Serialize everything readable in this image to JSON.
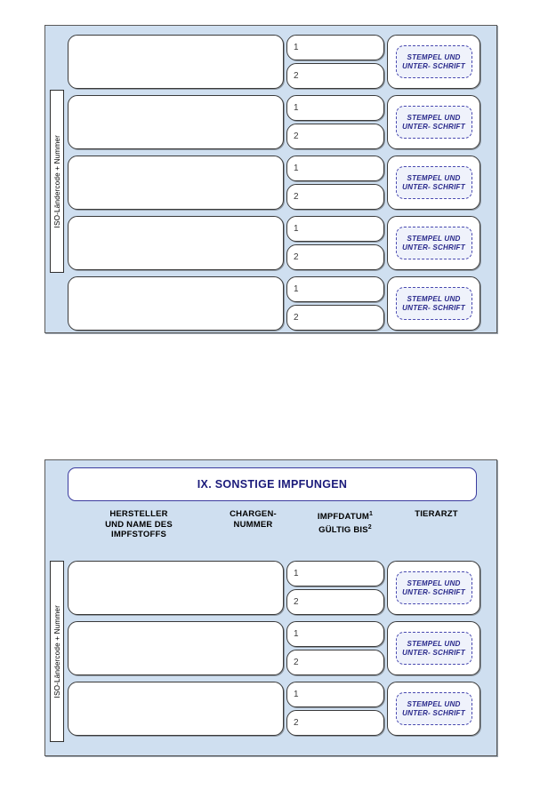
{
  "document": {
    "type": "eu-pet-passport-vaccination-page",
    "language": "de"
  },
  "panels": [
    {
      "id": "top-panel",
      "iso_label": "ISO-Ländercode + Nummer",
      "has_title": false,
      "has_headers": false,
      "rows": [
        {
          "maker": "",
          "batch": "",
          "date_1": "1",
          "date_2": "2",
          "stamp": "STEMPEL UND UNTER- SCHRIFT"
        },
        {
          "maker": "",
          "batch": "",
          "date_1": "1",
          "date_2": "2",
          "stamp": "STEMPEL UND UNTER- SCHRIFT"
        },
        {
          "maker": "",
          "batch": "",
          "date_1": "1",
          "date_2": "2",
          "stamp": "STEMPEL UND UNTER- SCHRIFT"
        },
        {
          "maker": "",
          "batch": "",
          "date_1": "1",
          "date_2": "2",
          "stamp": "STEMPEL UND UNTER- SCHRIFT"
        },
        {
          "maker": "",
          "batch": "",
          "date_1": "1",
          "date_2": "2",
          "stamp": "STEMPEL UND UNTER- SCHRIFT"
        }
      ]
    },
    {
      "id": "bottom-panel",
      "iso_label": "ISO-Ländercode + Nummer",
      "has_title": true,
      "has_headers": true,
      "title": "IX. SONSTIGE IMPFUNGEN",
      "headers": [
        {
          "line1": "HERSTELLER",
          "line2": "UND NAME DES",
          "line3": "IMPFSTOFFS",
          "sup": ""
        },
        {
          "line1": "CHARGEN-",
          "line2": "NUMMER",
          "line3": "",
          "sup": ""
        },
        {
          "line1": "IMPFDATUM",
          "sup1": "1",
          "line2": "GÜLTIG BIS",
          "sup2": "2",
          "line3": ""
        },
        {
          "line1": "TIERARZT",
          "line2": "",
          "line3": "",
          "sup": ""
        }
      ],
      "rows": [
        {
          "maker": "",
          "batch": "",
          "date_1": "1",
          "date_2": "2",
          "stamp": "STEMPEL UND UNTER- SCHRIFT"
        },
        {
          "maker": "",
          "batch": "",
          "date_1": "1",
          "date_2": "2",
          "stamp": "STEMPEL UND UNTER- SCHRIFT"
        },
        {
          "maker": "",
          "batch": "",
          "date_1": "1",
          "date_2": "2",
          "stamp": "STEMPEL UND UNTER- SCHRIFT"
        }
      ]
    }
  ],
  "colors": {
    "panel_background": "#cfdff0",
    "panel_border": "#5a5a5a",
    "field_background": "#ffffff",
    "field_border": "#3a3a3a",
    "title_text": "#1a1a7a",
    "title_border": "#3b3b9e",
    "stamp_text": "#2a2a8c",
    "stamp_border": "#4a4ab0",
    "stamp_background": "#eff2fb",
    "page_background": "#ffffff"
  }
}
